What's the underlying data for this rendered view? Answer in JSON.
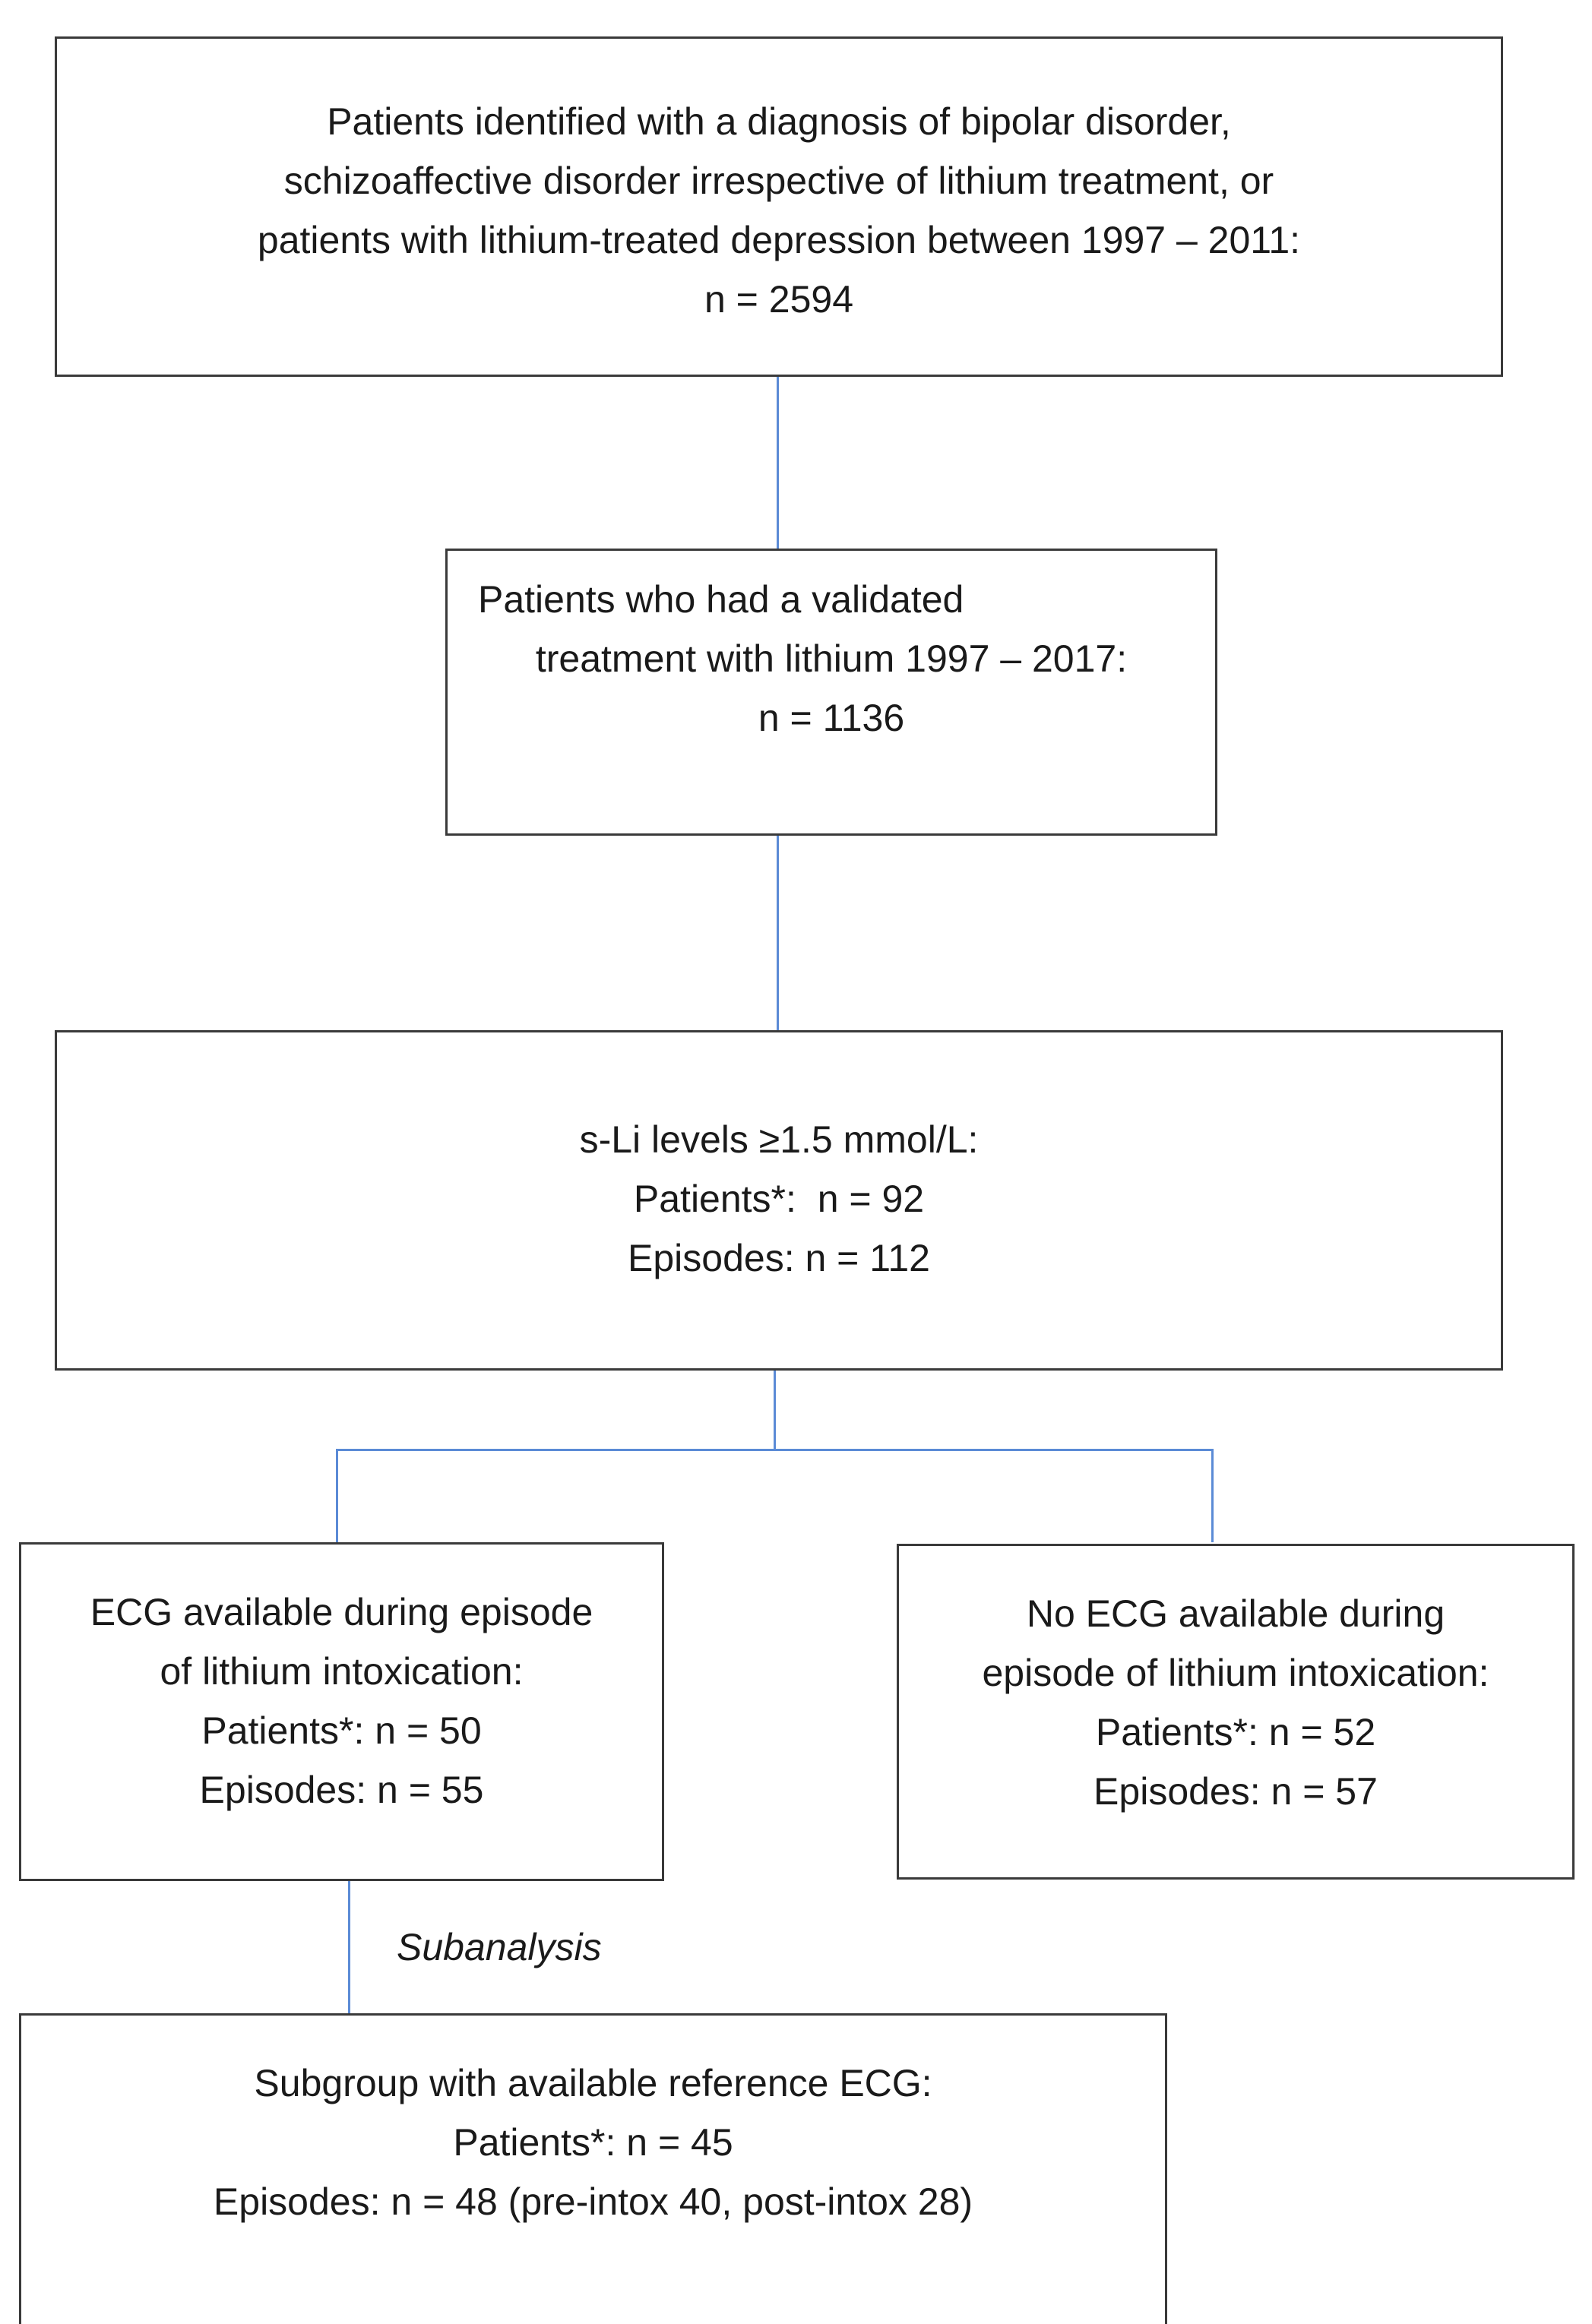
{
  "flowchart": {
    "box1": {
      "lines": [
        "Patients identified with a diagnosis of bipolar disorder,",
        "schizoaffective disorder irrespective of lithium treatment, or",
        "patients with lithium-treated depression between 1997 – 2011:",
        "n = 2594"
      ]
    },
    "box2": {
      "lines": [
        "Patients who had a validated",
        "treatment with lithium 1997 – 2017:",
        "n = 1136"
      ]
    },
    "box3": {
      "lines": [
        "s-Li levels ≥1.5 mmol/L:",
        "Patients*:  n = 92",
        "Episodes: n = 112"
      ]
    },
    "box4": {
      "lines": [
        "ECG available during episode",
        "of lithium intoxication:",
        "Patients*: n = 50",
        "Episodes: n = 55"
      ]
    },
    "box5": {
      "lines": [
        "No ECG available during",
        "episode of lithium intoxication:",
        "Patients*: n = 52",
        "Episodes: n = 57"
      ]
    },
    "box6": {
      "lines": [
        "Subgroup with available reference ECG:",
        "Patients*: n = 45",
        "Episodes: n = 48 (pre-intox 40, post-intox 28)"
      ]
    },
    "subanalysis_label": "Subanalysis",
    "connector_color": "#5b8bd6",
    "border_color": "#3a3a3a"
  }
}
